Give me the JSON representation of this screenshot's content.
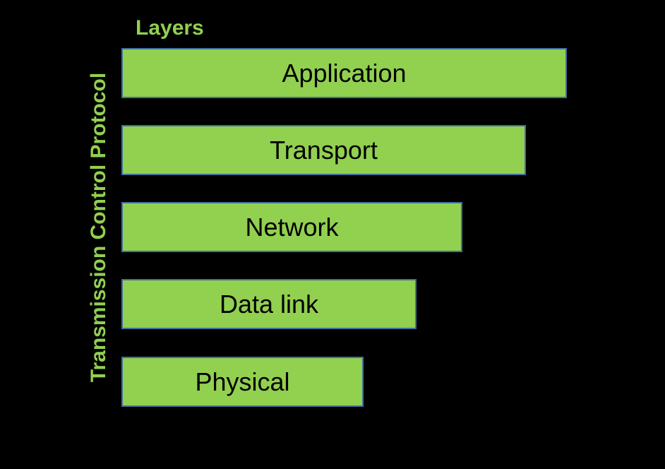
{
  "diagram": {
    "title": "Layers",
    "side_label": "Transmission Control Protocol",
    "layers": [
      {
        "label": "Application"
      },
      {
        "label": "Transport"
      },
      {
        "label": "Network"
      },
      {
        "label": "Data link"
      },
      {
        "label": "Physical"
      }
    ],
    "colors": {
      "background": "#000000",
      "layer_fill": "#92d050",
      "layer_border": "#41719c",
      "heading_text": "#92d050",
      "layer_text": "#000000"
    }
  }
}
